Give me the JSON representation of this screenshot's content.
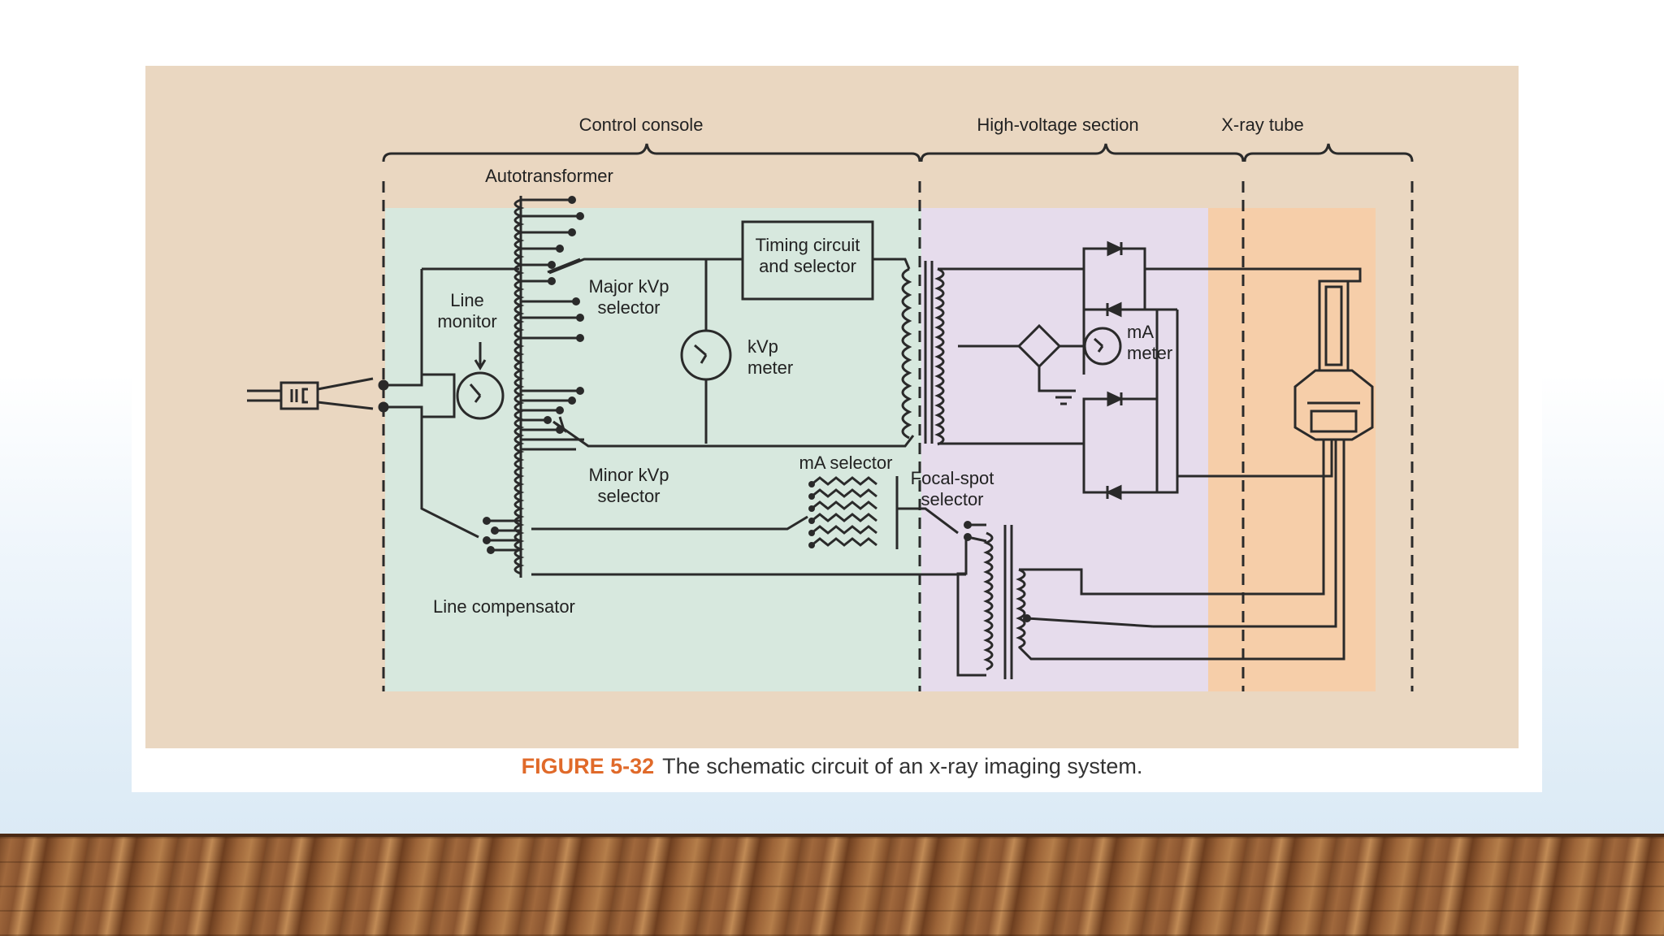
{
  "colors": {
    "panel_bg": "#ead7c1",
    "control_bg": "#d7e8de",
    "hv_bg": "#e6dcec",
    "xray_bg": "#f6cea9",
    "line": "#2a2a2a",
    "caption_accent": "#e06a2a"
  },
  "diagram": {
    "sections": {
      "control_console": "Control console",
      "high_voltage": "High-voltage section",
      "xray_tube": "X-ray tube"
    },
    "labels": {
      "autotransformer": "Autotransformer",
      "timing_l1": "Timing circuit",
      "timing_l2": "and selector",
      "major_l1": "Major kVp",
      "major_l2": "selector",
      "line_mon_l1": "Line",
      "line_mon_l2": "monitor",
      "kvp_l1": "kVp",
      "kvp_l2": "meter",
      "ma_l1": "mA",
      "ma_l2": "meter",
      "minor_l1": "Minor kVp",
      "minor_l2": "selector",
      "ma_selector": "mA selector",
      "focal_l1": "Focal-spot",
      "focal_l2": "selector",
      "line_comp": "Line compensator"
    }
  },
  "caption": {
    "figure": "FIGURE 5-32",
    "text": "The schematic circuit of an x-ray imaging system."
  },
  "icons": [
    "plug-icon",
    "meter-icon",
    "diode-icon",
    "coil-icon",
    "xray-tube-icon",
    "ground-icon"
  ]
}
